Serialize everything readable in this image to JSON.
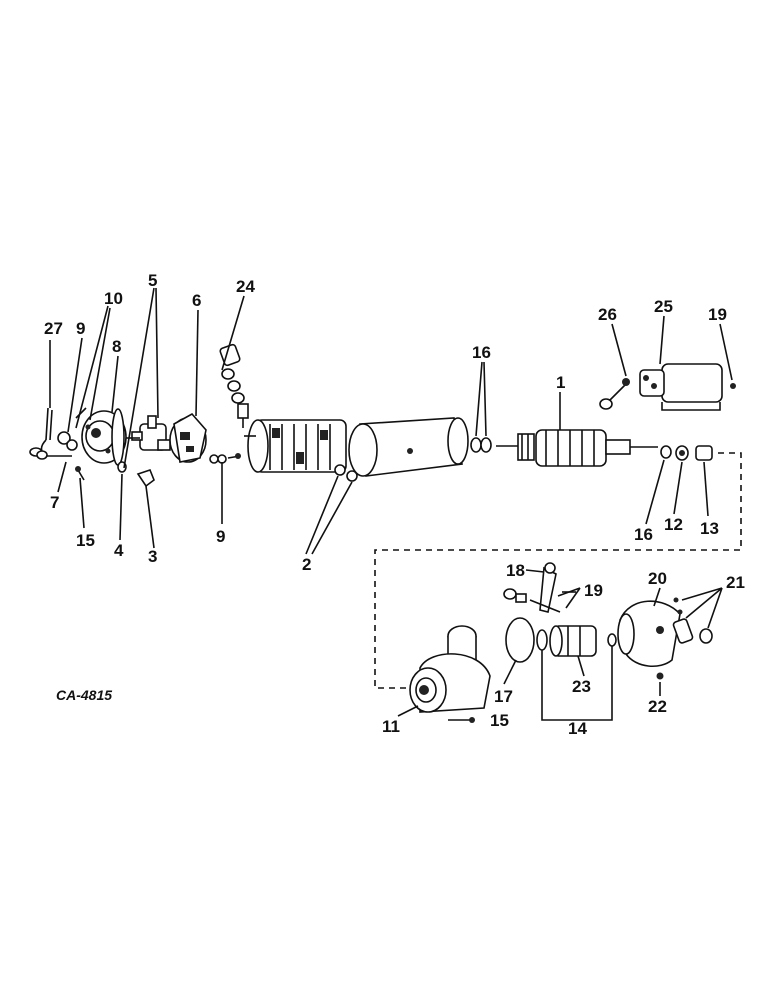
{
  "figure_code": "CA-4815",
  "callouts": {
    "c1": "1",
    "c2": "2",
    "c3": "3",
    "c4": "4",
    "c5": "5",
    "c6": "6",
    "c7": "7",
    "c8": "8",
    "c9a": "9",
    "c9b": "9",
    "c10": "10",
    "c11": "11",
    "c12": "12",
    "c13": "13",
    "c14": "14",
    "c15a": "15",
    "c15b": "15",
    "c16a": "16",
    "c16b": "16",
    "c17": "17",
    "c18": "18",
    "c19a": "19",
    "c19b": "19",
    "c20": "20",
    "c21": "21",
    "c22": "22",
    "c23": "23",
    "c24": "24",
    "c25": "25",
    "c26": "26",
    "c27": "27"
  }
}
